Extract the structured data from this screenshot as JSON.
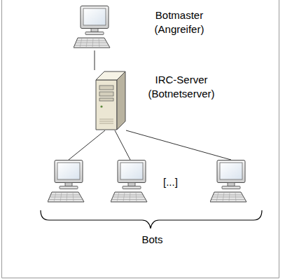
{
  "diagram": {
    "nodes": [
      {
        "text": [
          "Botmaster (Angreifer)"
        ]
      },
      {
        "text": [
          "IRC-Server (Botnetserver)"
        ]
      },
      {
        "text": [
          "Bots"
        ]
      }
    ],
    "edges": [
      {
        "from": 0,
        "to": 1,
        "arrow": "none"
      },
      {
        "from": 1,
        "to": 2,
        "arrow": "none"
      },
      {
        "from": 1,
        "to": 2,
        "arrow": "none"
      },
      {
        "from": 1,
        "to": 2,
        "arrow": "none"
      }
    ],
    "labels": [
      "[...]"
    ]
  }
}
